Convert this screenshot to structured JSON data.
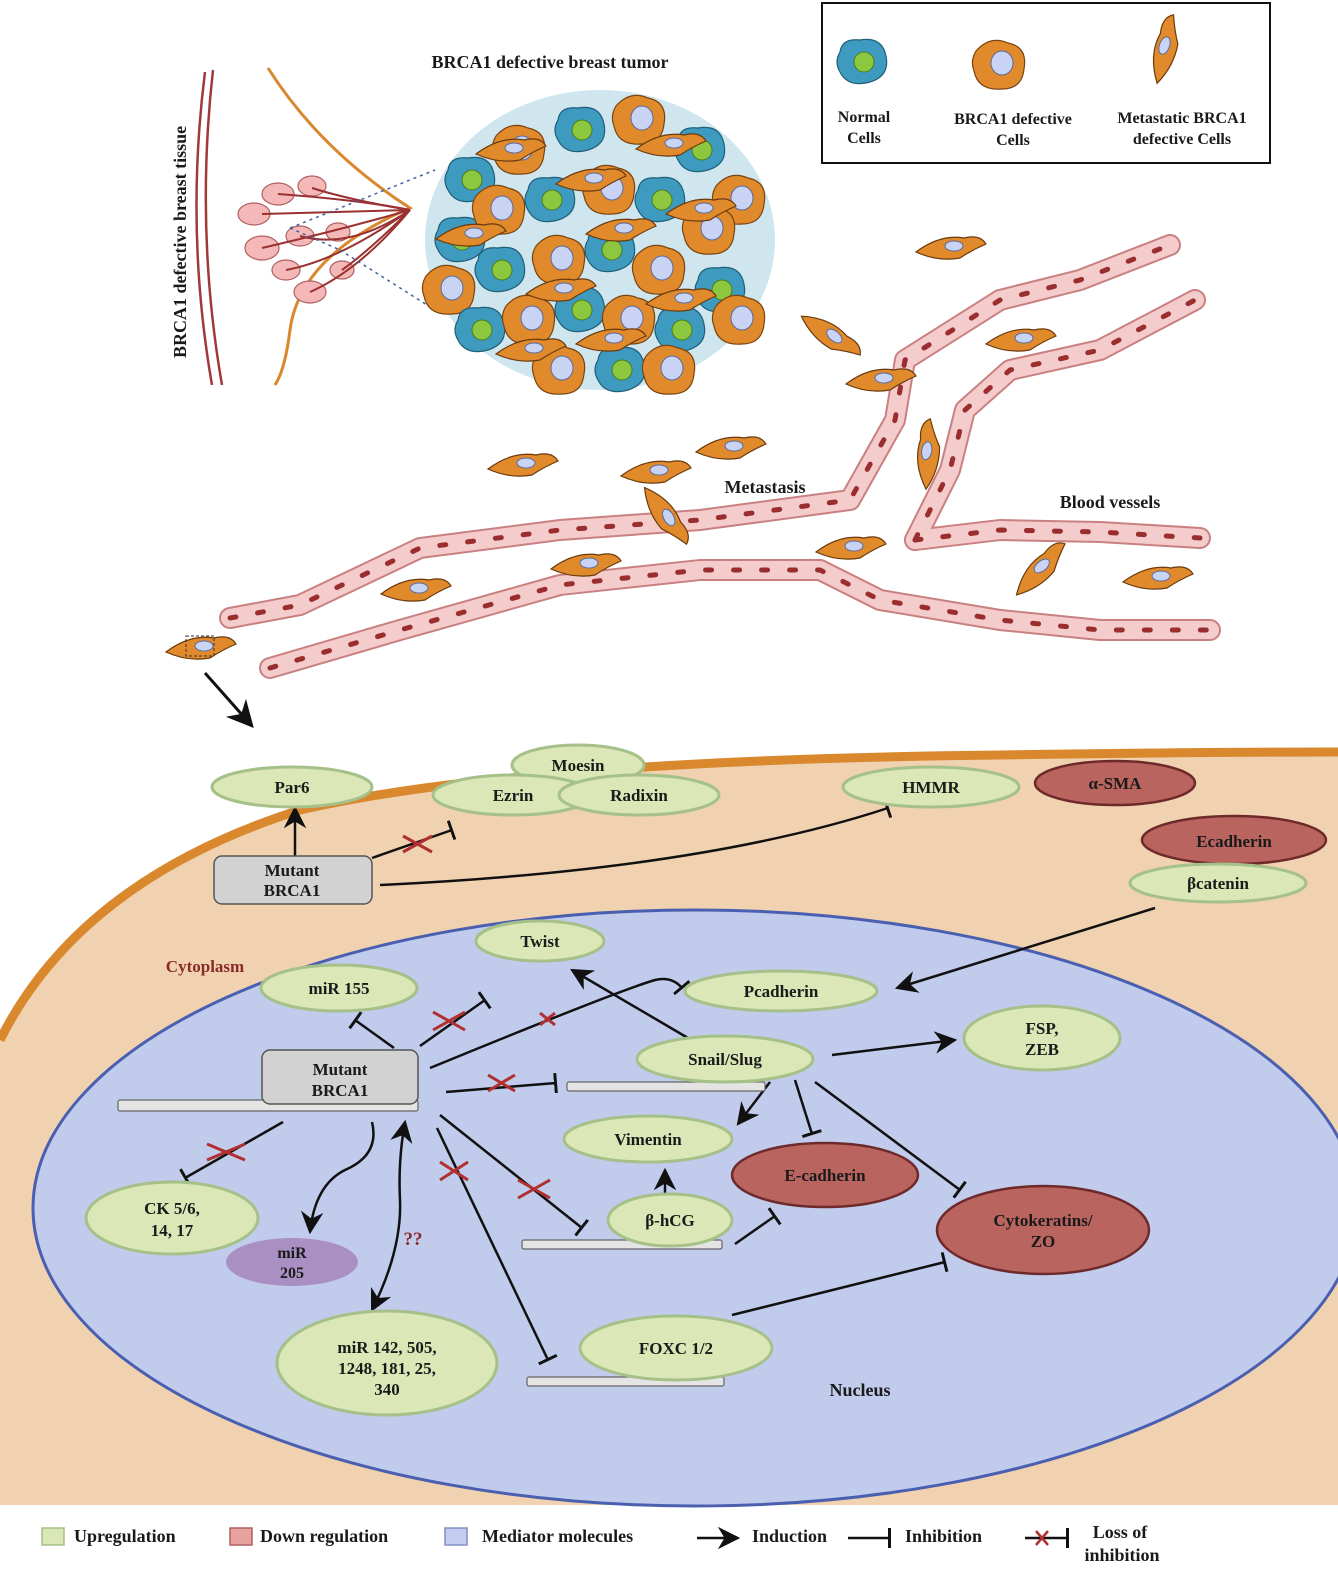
{
  "colors": {
    "upregulation": "#dbe7b6",
    "downregulation": "#b9645f",
    "mediator": "#c3cdf0",
    "cytoplasm": "#f0d2b0",
    "membrane": "#d9882e",
    "nucleus": "#c1cbec",
    "normal_cell": "#3e9bbf",
    "defective_cell": "#e08a2c",
    "vessel": "#f2c4c4",
    "mir205": "#a98fc2"
  },
  "top": {
    "tumor_title": "BRCA1 defective breast tumor",
    "tissue_label": "BRCA1 defective breast tissue",
    "metastasis": "Metastasis",
    "blood_vessels": "Blood vessels"
  },
  "legend_box": {
    "normal": [
      "Normal",
      "Cells"
    ],
    "defective": [
      "BRCA1 defective",
      "Cells"
    ],
    "metastatic": [
      "Metastatic BRCA1",
      "defective Cells"
    ]
  },
  "cell": {
    "cytoplasm": "Cytoplasm",
    "nucleus": "Nucleus",
    "par6": "Par6",
    "moesin": "Moesin",
    "ezrin": "Ezrin",
    "radixin": "Radixin",
    "hmmr": "HMMR",
    "asma": "α-SMA",
    "ecadherin_mem": "Ecadherin",
    "bcatenin": "βcatenin",
    "mutant_brca1_cyto": [
      "Mutant",
      "BRCA1"
    ],
    "mutant_brca1_nuc": [
      "Mutant",
      "BRCA1"
    ],
    "twist": "Twist",
    "mir155": "miR 155",
    "pcadherin": "Pcadherin",
    "snail": "Snail/Slug",
    "fsp": [
      "FSP,",
      "ZEB"
    ],
    "vimentin": "Vimentin",
    "ecadherin": "E-cadherin",
    "bhcg": "β-hCG",
    "cytokeratins": [
      "Cytokeratins/",
      "ZO"
    ],
    "ck": [
      "CK 5/6,",
      "14, 17"
    ],
    "mir205": [
      "miR",
      "205"
    ],
    "qq": "??",
    "mir142": [
      "miR 142, 505,",
      "1248, 181, 25,",
      "340"
    ],
    "foxc": "FOXC 1/2"
  },
  "legend": {
    "up": "Upregulation",
    "down": "Down regulation",
    "mediator": "Mediator molecules",
    "induction": "Induction",
    "inhibition": "Inhibition",
    "loss": [
      "Loss of",
      "inhibition"
    ]
  }
}
